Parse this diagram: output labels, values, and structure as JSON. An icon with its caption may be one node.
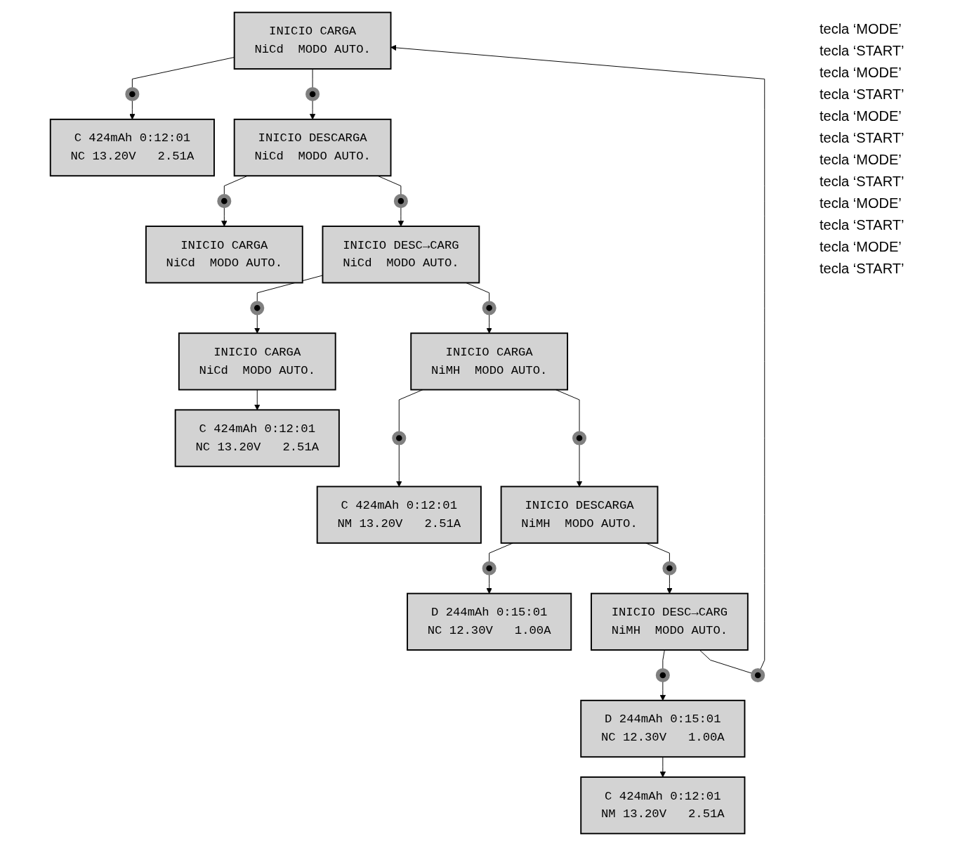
{
  "diagram": {
    "nodes": [
      {
        "text": [
          "INICIO CARGA",
          "NiCd  MODO AUTO."
        ]
      },
      {
        "text": [],
        "shape": "circle"
      },
      {
        "text": [
          "C 424mAh 0:12:01",
          "NC 13.20V   2.51A"
        ]
      },
      {
        "text": [],
        "shape": "circle"
      },
      {
        "text": [
          "INICIO DESCARGA",
          "NiCd  MODO AUTO."
        ]
      },
      {
        "text": [],
        "shape": "circle"
      },
      {
        "text": [
          "INICIO CARGA",
          "NiCd  MODO AUTO."
        ]
      },
      {
        "text": [],
        "shape": "circle"
      },
      {
        "text": [
          "INICIO DESC→CARG",
          "NiCd  MODO AUTO."
        ]
      },
      {
        "text": [],
        "shape": "circle"
      },
      {
        "text": [
          "INICIO CARGA",
          "NiCd  MODO AUTO."
        ]
      },
      {
        "text": [
          "C 424mAh 0:12:01",
          "NC 13.20V   2.51A"
        ]
      },
      {
        "text": [],
        "shape": "circle"
      },
      {
        "text": [
          "INICIO CARGA",
          "NiMH  MODO AUTO."
        ]
      },
      {
        "text": [],
        "shape": "circle"
      },
      {
        "text": [
          "C 424mAh 0:12:01",
          "NM 13.20V   2.51A"
        ]
      },
      {
        "text": [],
        "shape": "circle"
      },
      {
        "text": [
          "INICIO DESCARGA",
          "NiMH  MODO AUTO."
        ]
      },
      {
        "text": [],
        "shape": "circle"
      },
      {
        "text": [
          "D 244mAh 0:15:01",
          "NC 12.30V   1.00A"
        ]
      },
      {
        "text": [],
        "shape": "circle"
      },
      {
        "text": [
          "INICIO DESC→CARG",
          "NiMH  MODO AUTO."
        ]
      },
      {
        "text": [],
        "shape": "circle"
      },
      {
        "text": [
          "D 244mAh 0:15:01",
          "NC 12.30V   1.00A"
        ]
      },
      {
        "text": [
          "C 424mAh 0:12:01",
          "NM 13.20V   2.51A"
        ]
      },
      {
        "text": [],
        "shape": "circle"
      }
    ],
    "edges": [
      {
        "from": 25,
        "to": 0,
        "arrow": "to"
      },
      {
        "from": 0,
        "to": 1,
        "arrow": "none"
      },
      {
        "from": 1,
        "to": 2,
        "arrow": "to"
      },
      {
        "from": 0,
        "to": 3,
        "arrow": "none"
      },
      {
        "from": 3,
        "to": 4,
        "arrow": "to"
      },
      {
        "from": 4,
        "to": 5,
        "arrow": "none"
      },
      {
        "from": 5,
        "to": 6,
        "arrow": "to"
      },
      {
        "from": 4,
        "to": 7,
        "arrow": "none"
      },
      {
        "from": 7,
        "to": 8,
        "arrow": "to"
      },
      {
        "from": 8,
        "to": 9,
        "arrow": "none"
      },
      {
        "from": 9,
        "to": 10,
        "arrow": "to"
      },
      {
        "from": 10,
        "to": 11,
        "arrow": "to"
      },
      {
        "from": 8,
        "to": 12,
        "arrow": "none"
      },
      {
        "from": 12,
        "to": 13,
        "arrow": "to"
      },
      {
        "from": 13,
        "to": 14,
        "arrow": "none"
      },
      {
        "from": 14,
        "to": 15,
        "arrow": "to"
      },
      {
        "from": 13,
        "to": 16,
        "arrow": "none"
      },
      {
        "from": 16,
        "to": 17,
        "arrow": "to"
      },
      {
        "from": 17,
        "to": 18,
        "arrow": "none"
      },
      {
        "from": 18,
        "to": 19,
        "arrow": "to"
      },
      {
        "from": 17,
        "to": 20,
        "arrow": "none"
      },
      {
        "from": 20,
        "to": 21,
        "arrow": "to"
      },
      {
        "from": 21,
        "to": 22,
        "arrow": "none"
      },
      {
        "from": 22,
        "to": 23,
        "arrow": "to"
      },
      {
        "from": 23,
        "to": 24,
        "arrow": "to"
      },
      {
        "from": 21,
        "to": 25,
        "arrow": "none"
      }
    ],
    "labels": [
      "tecla ‘MODE’",
      "tecla ‘START’",
      "tecla ‘MODE’",
      "tecla ‘START’",
      "tecla ‘MODE’",
      "tecla ‘START’",
      "tecla ‘MODE’",
      "tecla ‘START’",
      "tecla ‘MODE’",
      "tecla ‘START’",
      "tecla ‘MODE’",
      "tecla ‘START’"
    ]
  }
}
